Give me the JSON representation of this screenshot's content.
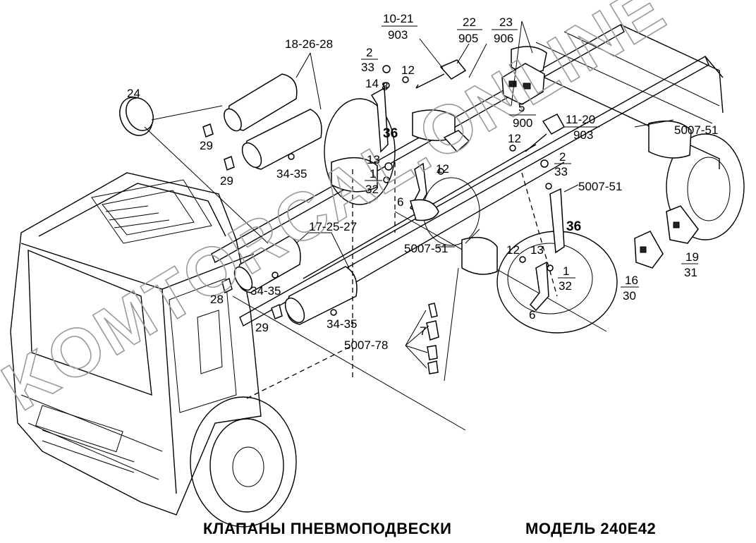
{
  "title": "КЛАПАНЫ ПНЕВМОПОДВЕСКИ",
  "model": "МОДЕЛЬ 240E42",
  "watermark": "KOMTORCAL.ONLINE",
  "callouts": {
    "c_18_26_28": "18-26-28",
    "c_24": "24",
    "c_29a": "29",
    "c_29b": "29",
    "c_34_35a": "34-35",
    "c_10_21": "10-21",
    "c_903a": "903",
    "c_22": "22",
    "c_905": "905",
    "c_23": "23",
    "c_906": "906",
    "c_2a": "2",
    "c_33a": "33",
    "c_12a": "12",
    "c_14": "14",
    "c_8": "8",
    "c_5": "5",
    "c_900": "900",
    "c_11_20": "11-20",
    "c_903b": "903",
    "c_5007_51a": "5007-51",
    "c_12b": "12",
    "c_36a": "36",
    "c_13a": "13",
    "c_1a": "1",
    "c_32a": "32",
    "c_12c": "12",
    "c_2b": "2",
    "c_33b": "33",
    "c_5007_51b": "5007-51",
    "c_6a": "6",
    "c_17_25_27": "17-25-27",
    "c_5007_51c": "5007-51",
    "c_36b": "36",
    "c_12d": "12",
    "c_13b": "13",
    "c_1b": "1",
    "c_32b": "32",
    "c_19": "19",
    "c_31": "31",
    "c_16": "16",
    "c_30": "30",
    "c_6b": "6",
    "c_28": "28",
    "c_34_35b": "34-35",
    "c_29c": "29",
    "c_34_35c": "34-35",
    "c_7": "7",
    "c_5007_78": "5007-78"
  }
}
